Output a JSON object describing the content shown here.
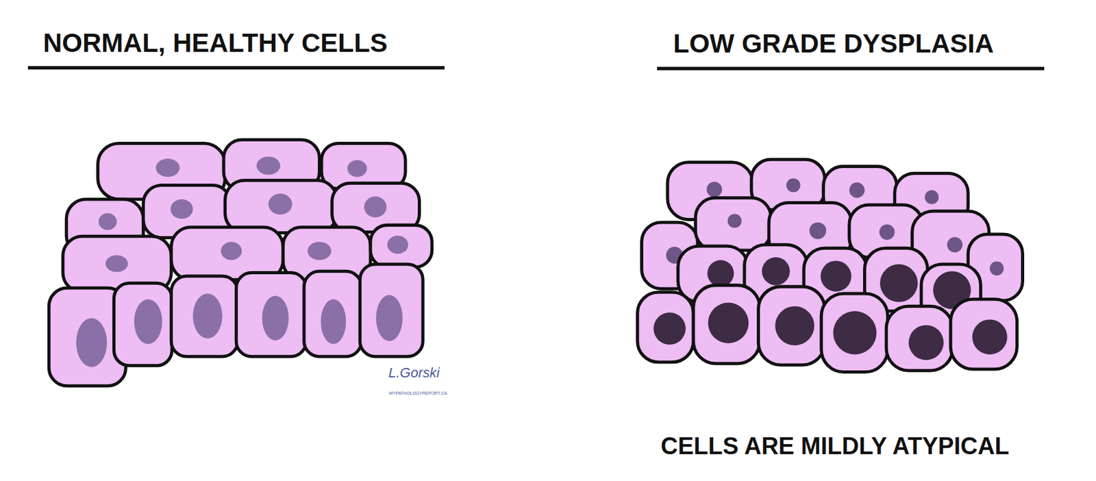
{
  "diagram": {
    "caption": "CELLS ARE MILDLY ATYPICAL",
    "labels": [
      "NORMAL, HEALTHY CELLS",
      "LOW GRADE DYSPLASIA",
      "L.Gorski",
      "MYPATHOLOGYREPORT.CA"
    ]
  }
}
